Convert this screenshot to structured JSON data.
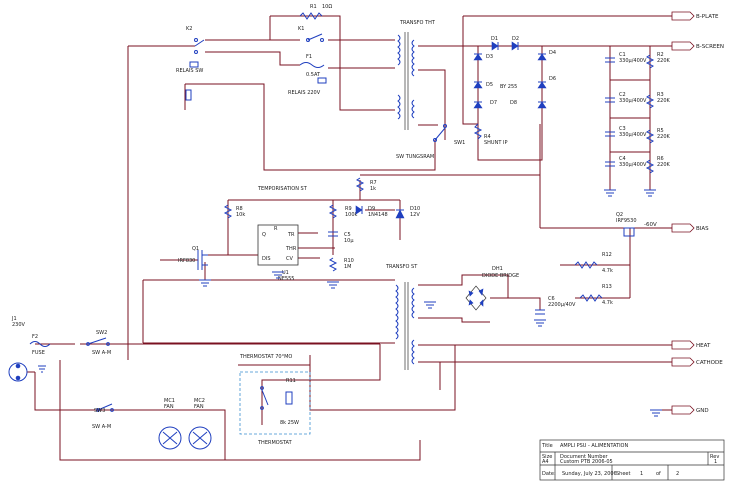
{
  "ports": {
    "b_plate": "B-PLATE",
    "b_screen": "B-SCREEN",
    "bias": "BIAS",
    "heat": "HEAT",
    "cathode": "CATHODE",
    "gnd": "GND",
    "bias_net": "-60V"
  },
  "labels": {
    "r1": "R1",
    "r1_val": "10Ω",
    "k1": "K1",
    "k2": "K2",
    "f1": "F1",
    "f1_val": "0.5AT",
    "relay_sw": "RELAIS SW",
    "relay_220v": "RELAIS 220V",
    "trafo_tht": "TRANSFO THT",
    "d1": "D1",
    "d2": "D2",
    "d3": "D3",
    "d4": "D4",
    "d5": "D5",
    "d6": "D6",
    "d7": "D7",
    "d8": "D8",
    "by": "BY 255",
    "r4": "R4",
    "r4_val": "SHUNT IP",
    "sw_tungsram": "SW TUNGSRAM",
    "sw1": "SW1",
    "c1": "C1",
    "c1_val": "330µ/400V",
    "c2": "C2",
    "c2_val": "330µ/400V",
    "c3": "C3",
    "c3_val": "330µ/400V",
    "c4": "C4",
    "c4_val": "330µ/400V",
    "r2": "R2",
    "r2_val": "220K",
    "r3": "R3",
    "r3_val": "220K",
    "r5": "R5",
    "r5_val": "220K",
    "r6": "R6",
    "r6_val": "220K",
    "tempo": "TEMPORISATION  ST",
    "r7": "R7",
    "r7_val": "1k",
    "r8": "R8",
    "r8_val": "10k",
    "r9": "R9",
    "r9_val": "100k",
    "d9": "D9",
    "d9_val": "1N4148",
    "d10": "D10",
    "d10_val": "12V",
    "c5": "C5",
    "c5_val": "10µ",
    "r10": "R10",
    "r10_val": "1M",
    "u1": "U1",
    "u1_val": "NE555",
    "q1": "Q1",
    "q1_val": "IRF830",
    "q2": "Q2",
    "q2_val": "IRF9530",
    "ic_dis": "DIS",
    "ic_thr": "THR",
    "ic_tr": "TR",
    "ic_cv": "CV",
    "ic_q": "Q",
    "ic_r": "R",
    "r11": "R11",
    "r11_val": "8k 25W",
    "thermostat": "THERMOSTAT 70°MO",
    "therm_sw": "THERMOSTAT",
    "trafo_st": "TRANSFO ST",
    "dh1": "DH1",
    "dh1_val": "DIODE BRIDGE",
    "c6": "C6",
    "c6_val": "2200µ/40V",
    "r12": "R12",
    "r12_val": "4.7k",
    "r13": "R13",
    "r13_val": "4.7k",
    "j1": "J1",
    "j1_val": "230V",
    "f2": "F2",
    "f2_val": "FUSE",
    "sw2": "SW2",
    "sw2_val": "SW A-M",
    "sw3": "SW3",
    "sw3_val": "SW A-M",
    "m1": "MC1",
    "m1_val": "FAN",
    "m2": "MC2",
    "m2_val": "FAN"
  },
  "title_block": {
    "title_label": "Title",
    "title": "AMPLI PSU  -  ALIMENTATION",
    "size_label": "Size",
    "size": "A4",
    "doc_label": "Document Number",
    "doc": "Custom PTB 2006-05",
    "rev_label": "Rev",
    "rev": "1",
    "date_label": "Date:",
    "date": "Sunday, July 23, 2006",
    "sheet_label": "Sheet",
    "sheet": "1",
    "of_label": "of",
    "of": "2"
  },
  "colors": {
    "wire": "#7a1020",
    "component": "#1f3fbf",
    "thermostat_box": "#3a8fd0"
  }
}
